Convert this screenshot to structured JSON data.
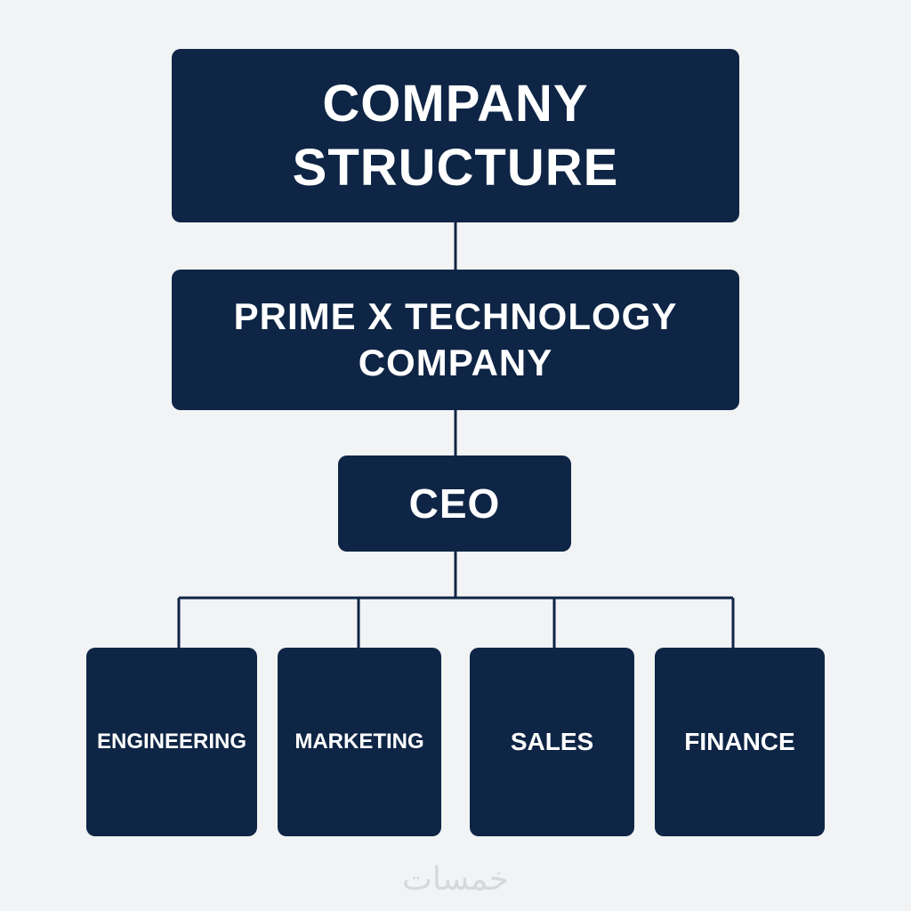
{
  "diagram": {
    "title_lines": [
      "COMPANY",
      "STRUCTURE"
    ],
    "company_lines": [
      "PRIME X TECHNOLOGY",
      "COMPANY"
    ],
    "ceo": "CEO",
    "departments": [
      {
        "label": "ENGINEERING"
      },
      {
        "label": "MARKETING"
      },
      {
        "label": "SALES"
      },
      {
        "label": "FINANCE"
      }
    ]
  },
  "watermark": "خمسات",
  "colors": {
    "box": "#0e2545",
    "text": "#ffffff",
    "background": "#f2f3f5",
    "connector": "#0e2545"
  }
}
